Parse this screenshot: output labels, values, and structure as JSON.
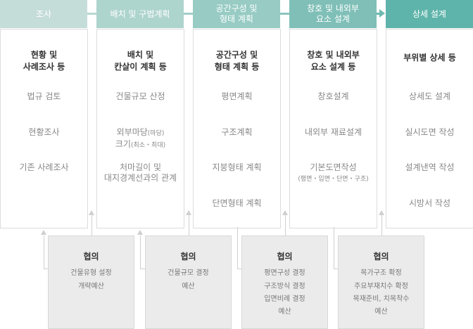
{
  "headers": [
    "조사",
    "배치 및 구법계획",
    "공간구성 및\n형태 계획",
    "창호 및 내외부\n요소 설계",
    "상세 설계"
  ],
  "columns": [
    {
      "title": "현황 및\n사례조사 등",
      "items": [
        "법규 검토",
        "현황조사",
        "기존 사례조사"
      ]
    },
    {
      "title": "배치 및\n칸살이 계획 등",
      "items": [
        "건물규모 산정"
      ],
      "item2_main": "외부마당",
      "item2_main_small": "(마당)",
      "item2_sub": "크기",
      "item2_sub_small": "(최소・최대)",
      "item3": "처마길이 및\n대지경계선과의 관계"
    },
    {
      "title": "공간구성 및\n형태 계획 등",
      "items": [
        "평면계획",
        "구조계획",
        "지붕형태 계획",
        "단면형태 계획"
      ]
    },
    {
      "title": "창호 및 내외부\n요소 설계 등",
      "items": [
        "창호설계",
        "내외부 재료설계",
        "기본도면작성"
      ],
      "item3_small": "(평면・입면・단면・구조)"
    },
    {
      "title": "부위별 상세 등",
      "items": [
        "상세도 설계",
        "실시도면 작성",
        "설계낸역 작성",
        "시방서 작성"
      ]
    }
  ],
  "coops": [
    {
      "title": "협의",
      "items": [
        "건물유형 설정",
        "개략예산"
      ]
    },
    {
      "title": "협의",
      "items": [
        "건물규모 결정",
        "예산"
      ]
    },
    {
      "title": "협의",
      "items": [
        "평면구성 결정",
        "구조방식 결정",
        "입면비례 결정",
        "예산"
      ]
    },
    {
      "title": "협의",
      "items": [
        "목가구조 확정",
        "주요부재치수 확정",
        "목재준비, 치목착수",
        "예산"
      ]
    }
  ]
}
